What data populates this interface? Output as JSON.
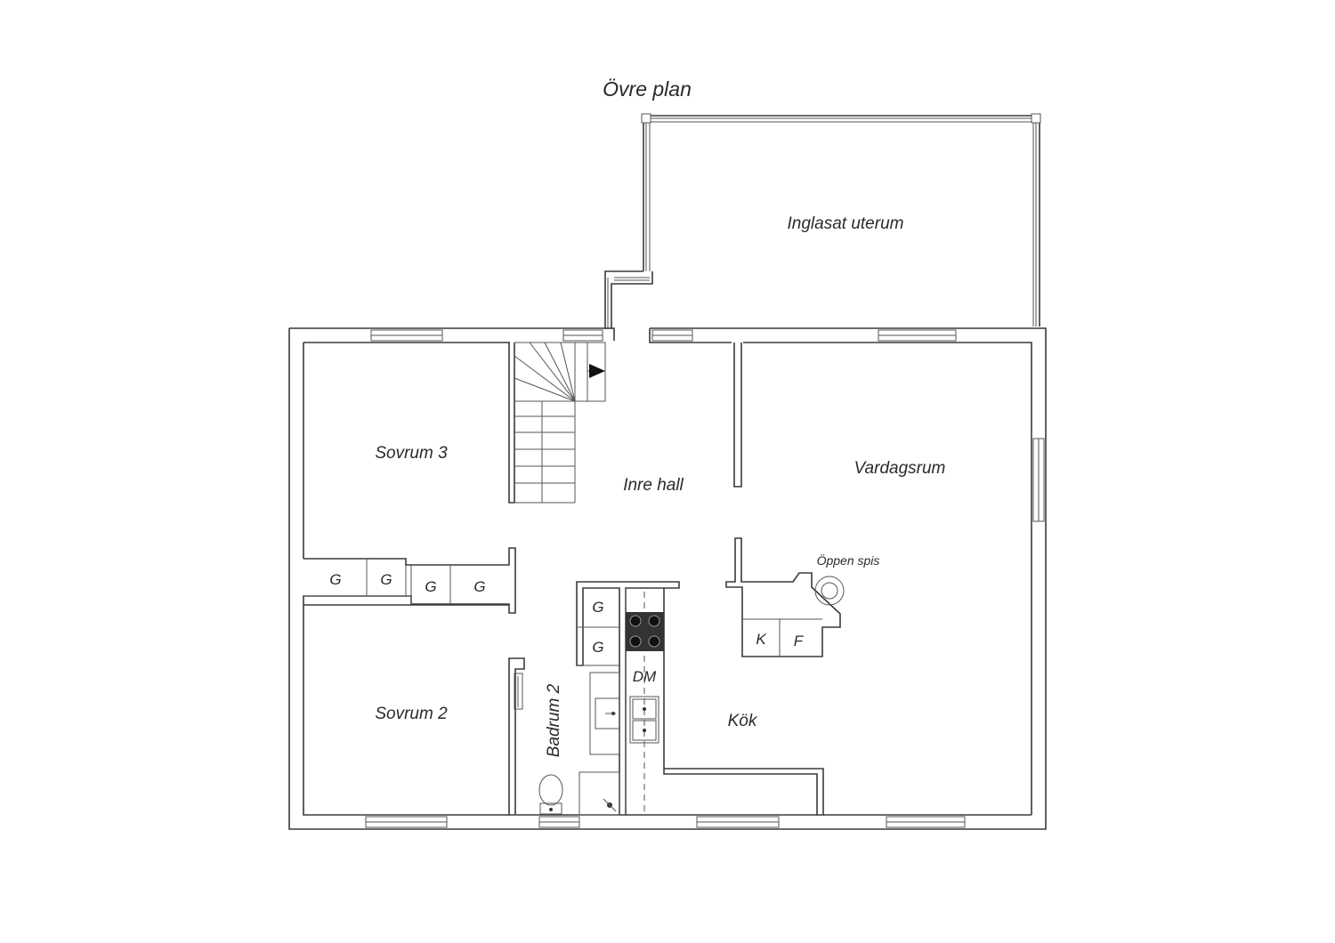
{
  "title": "Övre plan",
  "rooms": {
    "uterum": "Inglasat uterum",
    "sovrum3": "Sovrum 3",
    "inre_hall": "Inre hall",
    "vardagsrum": "Vardagsrum",
    "oppen_spis": "Öppen spis",
    "sovrum2": "Sovrum 2",
    "badrum2": "Badrum 2",
    "kok": "Kök"
  },
  "cabinets": {
    "g1": "G",
    "g2": "G",
    "g3": "G",
    "g4": "G",
    "g5": "G",
    "g6": "G",
    "k": "K",
    "f": "F",
    "dm": "DM"
  },
  "colors": {
    "line": "#3a3a3a",
    "background": "#ffffff",
    "stove": "#333333"
  }
}
